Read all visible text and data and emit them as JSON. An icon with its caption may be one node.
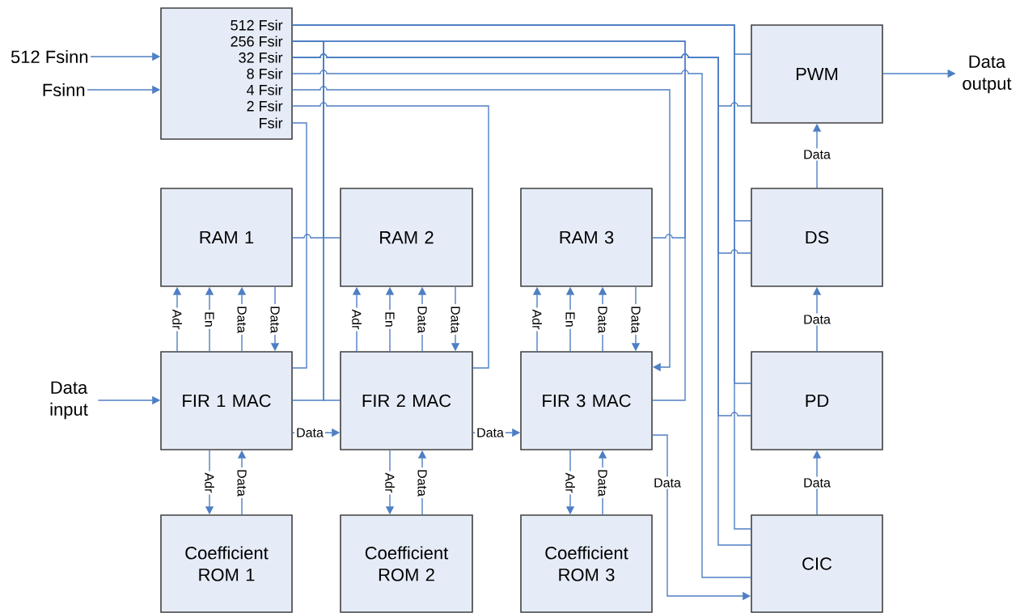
{
  "diagram": {
    "nodes": [
      {
        "text": [
          "512 Fsinn"
        ]
      },
      {
        "text": [
          "Fsinn"
        ]
      },
      {
        "text": [
          "512 Fsir",
          "256 Fsir",
          "32 Fsir",
          "8 Fsir",
          "4 Fsir",
          "2 Fsir",
          "Fsir"
        ]
      },
      {
        "text": [
          "PWM"
        ]
      },
      {
        "text": [
          "Data output"
        ]
      },
      {
        "text": [
          "RAM 1"
        ]
      },
      {
        "text": [
          "RAM 2"
        ]
      },
      {
        "text": [
          "RAM 3"
        ]
      },
      {
        "text": [
          "DS"
        ]
      },
      {
        "text": [
          "Data input"
        ]
      },
      {
        "text": [
          "FIR 1 MAC"
        ]
      },
      {
        "text": [
          "FIR 2 MAC"
        ]
      },
      {
        "text": [
          "FIR 3 MAC"
        ]
      },
      {
        "text": [
          "PD"
        ]
      },
      {
        "text": [
          "Coefficient ROM 1"
        ]
      },
      {
        "text": [
          "Coefficient ROM 2"
        ]
      },
      {
        "text": [
          "Coefficient ROM 3"
        ]
      },
      {
        "text": [
          "CIC"
        ]
      }
    ],
    "edges": [
      {
        "from": 0,
        "to": 2,
        "arrow": "to"
      },
      {
        "from": 1,
        "to": 2,
        "arrow": "to"
      },
      {
        "from": 9,
        "to": 10,
        "arrow": "to"
      },
      {
        "from": 3,
        "to": 4,
        "arrow": "to"
      },
      {
        "from": 2,
        "to": 3,
        "arrow": "none"
      },
      {
        "from": 2,
        "to": 8,
        "arrow": "none"
      },
      {
        "from": 2,
        "to": 13,
        "arrow": "none"
      },
      {
        "from": 2,
        "to": 17,
        "arrow": "none"
      },
      {
        "from": 2,
        "to": 5,
        "arrow": "none"
      },
      {
        "from": 2,
        "to": 6,
        "arrow": "none"
      },
      {
        "from": 2,
        "to": 10,
        "arrow": "none"
      },
      {
        "from": 2,
        "to": 11,
        "arrow": "none"
      },
      {
        "from": 2,
        "to": 7,
        "arrow": "none"
      },
      {
        "from": 2,
        "to": 12,
        "arrow": "none"
      },
      {
        "from": 2,
        "to": 3,
        "arrow": "none"
      },
      {
        "from": 2,
        "to": 8,
        "arrow": "none"
      },
      {
        "from": 2,
        "to": 13,
        "arrow": "none"
      },
      {
        "from": 2,
        "to": 17,
        "arrow": "none"
      },
      {
        "from": 2,
        "to": 17,
        "arrow": "none"
      },
      {
        "from": 2,
        "to": 12,
        "arrow": "to"
      },
      {
        "from": 2,
        "to": 11,
        "arrow": "none"
      },
      {
        "from": 2,
        "to": 10,
        "arrow": "none"
      },
      {
        "from": 10,
        "to": 5,
        "arrow": "to",
        "label": "Adr"
      },
      {
        "from": 10,
        "to": 5,
        "arrow": "to",
        "label": "En"
      },
      {
        "from": 10,
        "to": 5,
        "arrow": "to",
        "label": "Data"
      },
      {
        "from": 5,
        "to": 10,
        "arrow": "to",
        "label": "Data"
      },
      {
        "from": 11,
        "to": 6,
        "arrow": "to",
        "label": "Adr"
      },
      {
        "from": 11,
        "to": 6,
        "arrow": "to",
        "label": "En"
      },
      {
        "from": 11,
        "to": 6,
        "arrow": "to",
        "label": "Data"
      },
      {
        "from": 6,
        "to": 11,
        "arrow": "to",
        "label": "Data"
      },
      {
        "from": 12,
        "to": 7,
        "arrow": "to",
        "label": "Adr"
      },
      {
        "from": 12,
        "to": 7,
        "arrow": "to",
        "label": "En"
      },
      {
        "from": 12,
        "to": 7,
        "arrow": "to",
        "label": "Data"
      },
      {
        "from": 7,
        "to": 12,
        "arrow": "to",
        "label": "Data"
      },
      {
        "from": 10,
        "to": 11,
        "arrow": "to",
        "label": "Data"
      },
      {
        "from": 11,
        "to": 12,
        "arrow": "to",
        "label": "Data"
      },
      {
        "from": 12,
        "to": 17,
        "arrow": "to",
        "label": "Data"
      },
      {
        "from": 10,
        "to": 14,
        "arrow": "to",
        "label": "Adr"
      },
      {
        "from": 14,
        "to": 10,
        "arrow": "to",
        "label": "Data"
      },
      {
        "from": 11,
        "to": 15,
        "arrow": "to",
        "label": "Adr"
      },
      {
        "from": 15,
        "to": 11,
        "arrow": "to",
        "label": "Data"
      },
      {
        "from": 12,
        "to": 16,
        "arrow": "to",
        "label": "Adr"
      },
      {
        "from": 16,
        "to": 12,
        "arrow": "to",
        "label": "Data"
      },
      {
        "from": 17,
        "to": 13,
        "arrow": "to",
        "label": "Data"
      },
      {
        "from": 13,
        "to": 8,
        "arrow": "to",
        "label": "Data"
      },
      {
        "from": 8,
        "to": 3,
        "arrow": "to",
        "label": "Data"
      }
    ]
  }
}
